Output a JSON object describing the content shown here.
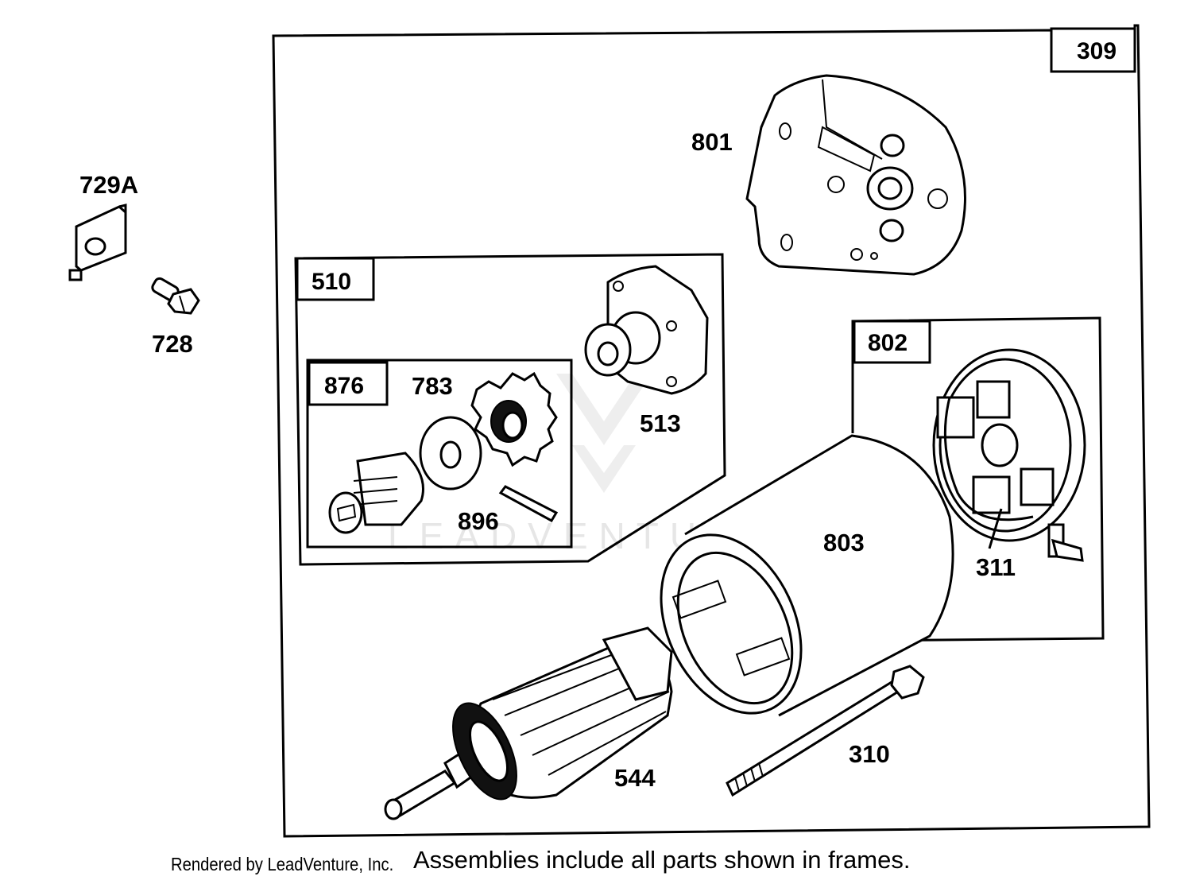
{
  "frames": {
    "outer": "309",
    "starter_drive": "510",
    "drive_kit": "876",
    "brush_kit": "802"
  },
  "parts": {
    "p729a": "729A",
    "p728": "728",
    "p801": "801",
    "p513": "513",
    "p783": "783",
    "p896": "896",
    "p803": "803",
    "p311": "311",
    "p544": "544",
    "p310": "310"
  },
  "watermark": "LEADVENTURE",
  "footer": {
    "credit": "Rendered by LeadVenture, Inc.",
    "note": "Assemblies include all parts shown in frames."
  }
}
